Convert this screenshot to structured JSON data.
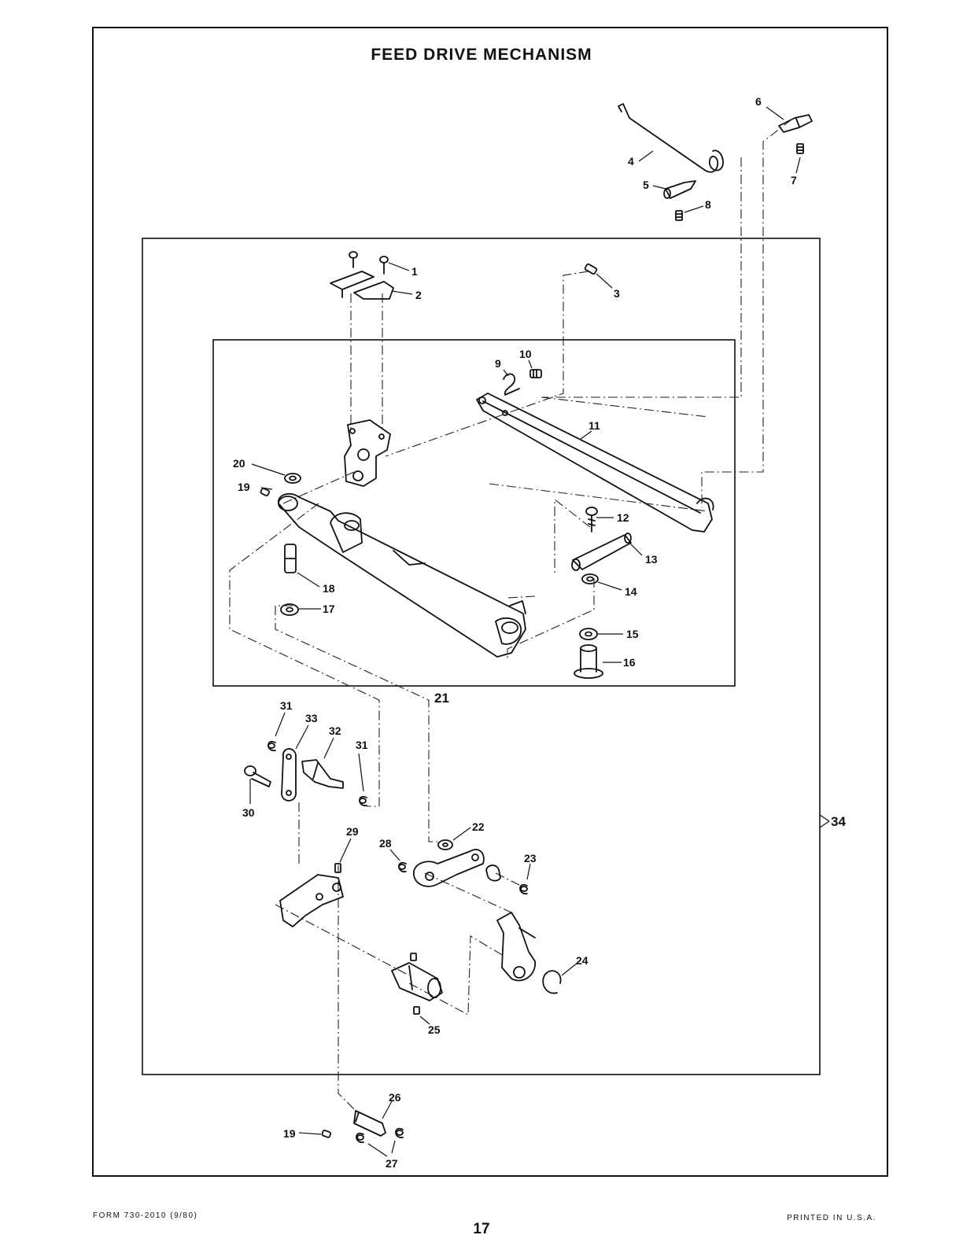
{
  "title": "FEED DRIVE MECHANISM",
  "footer": {
    "form": "FORM 730-2010 (9/80)",
    "page": "17",
    "printed": "PRINTED IN U.S.A."
  },
  "callouts": {
    "c1": "1",
    "c2": "2",
    "c3": "3",
    "c4": "4",
    "c5": "5",
    "c6": "6",
    "c7": "7",
    "c8": "8",
    "c9": "9",
    "c10": "10",
    "c11": "11",
    "c12": "12",
    "c13": "13",
    "c14": "14",
    "c15": "15",
    "c16": "16",
    "c17": "17",
    "c18": "18",
    "c19": "19",
    "c19b": "19",
    "c20": "20",
    "c21": "21",
    "c22": "22",
    "c23": "23",
    "c24": "24",
    "c25": "25",
    "c26": "26",
    "c27": "27",
    "c28": "28",
    "c29": "29",
    "c30": "30",
    "c31": "31",
    "c31b": "31",
    "c32": "32",
    "c33": "33",
    "c34": "34"
  }
}
